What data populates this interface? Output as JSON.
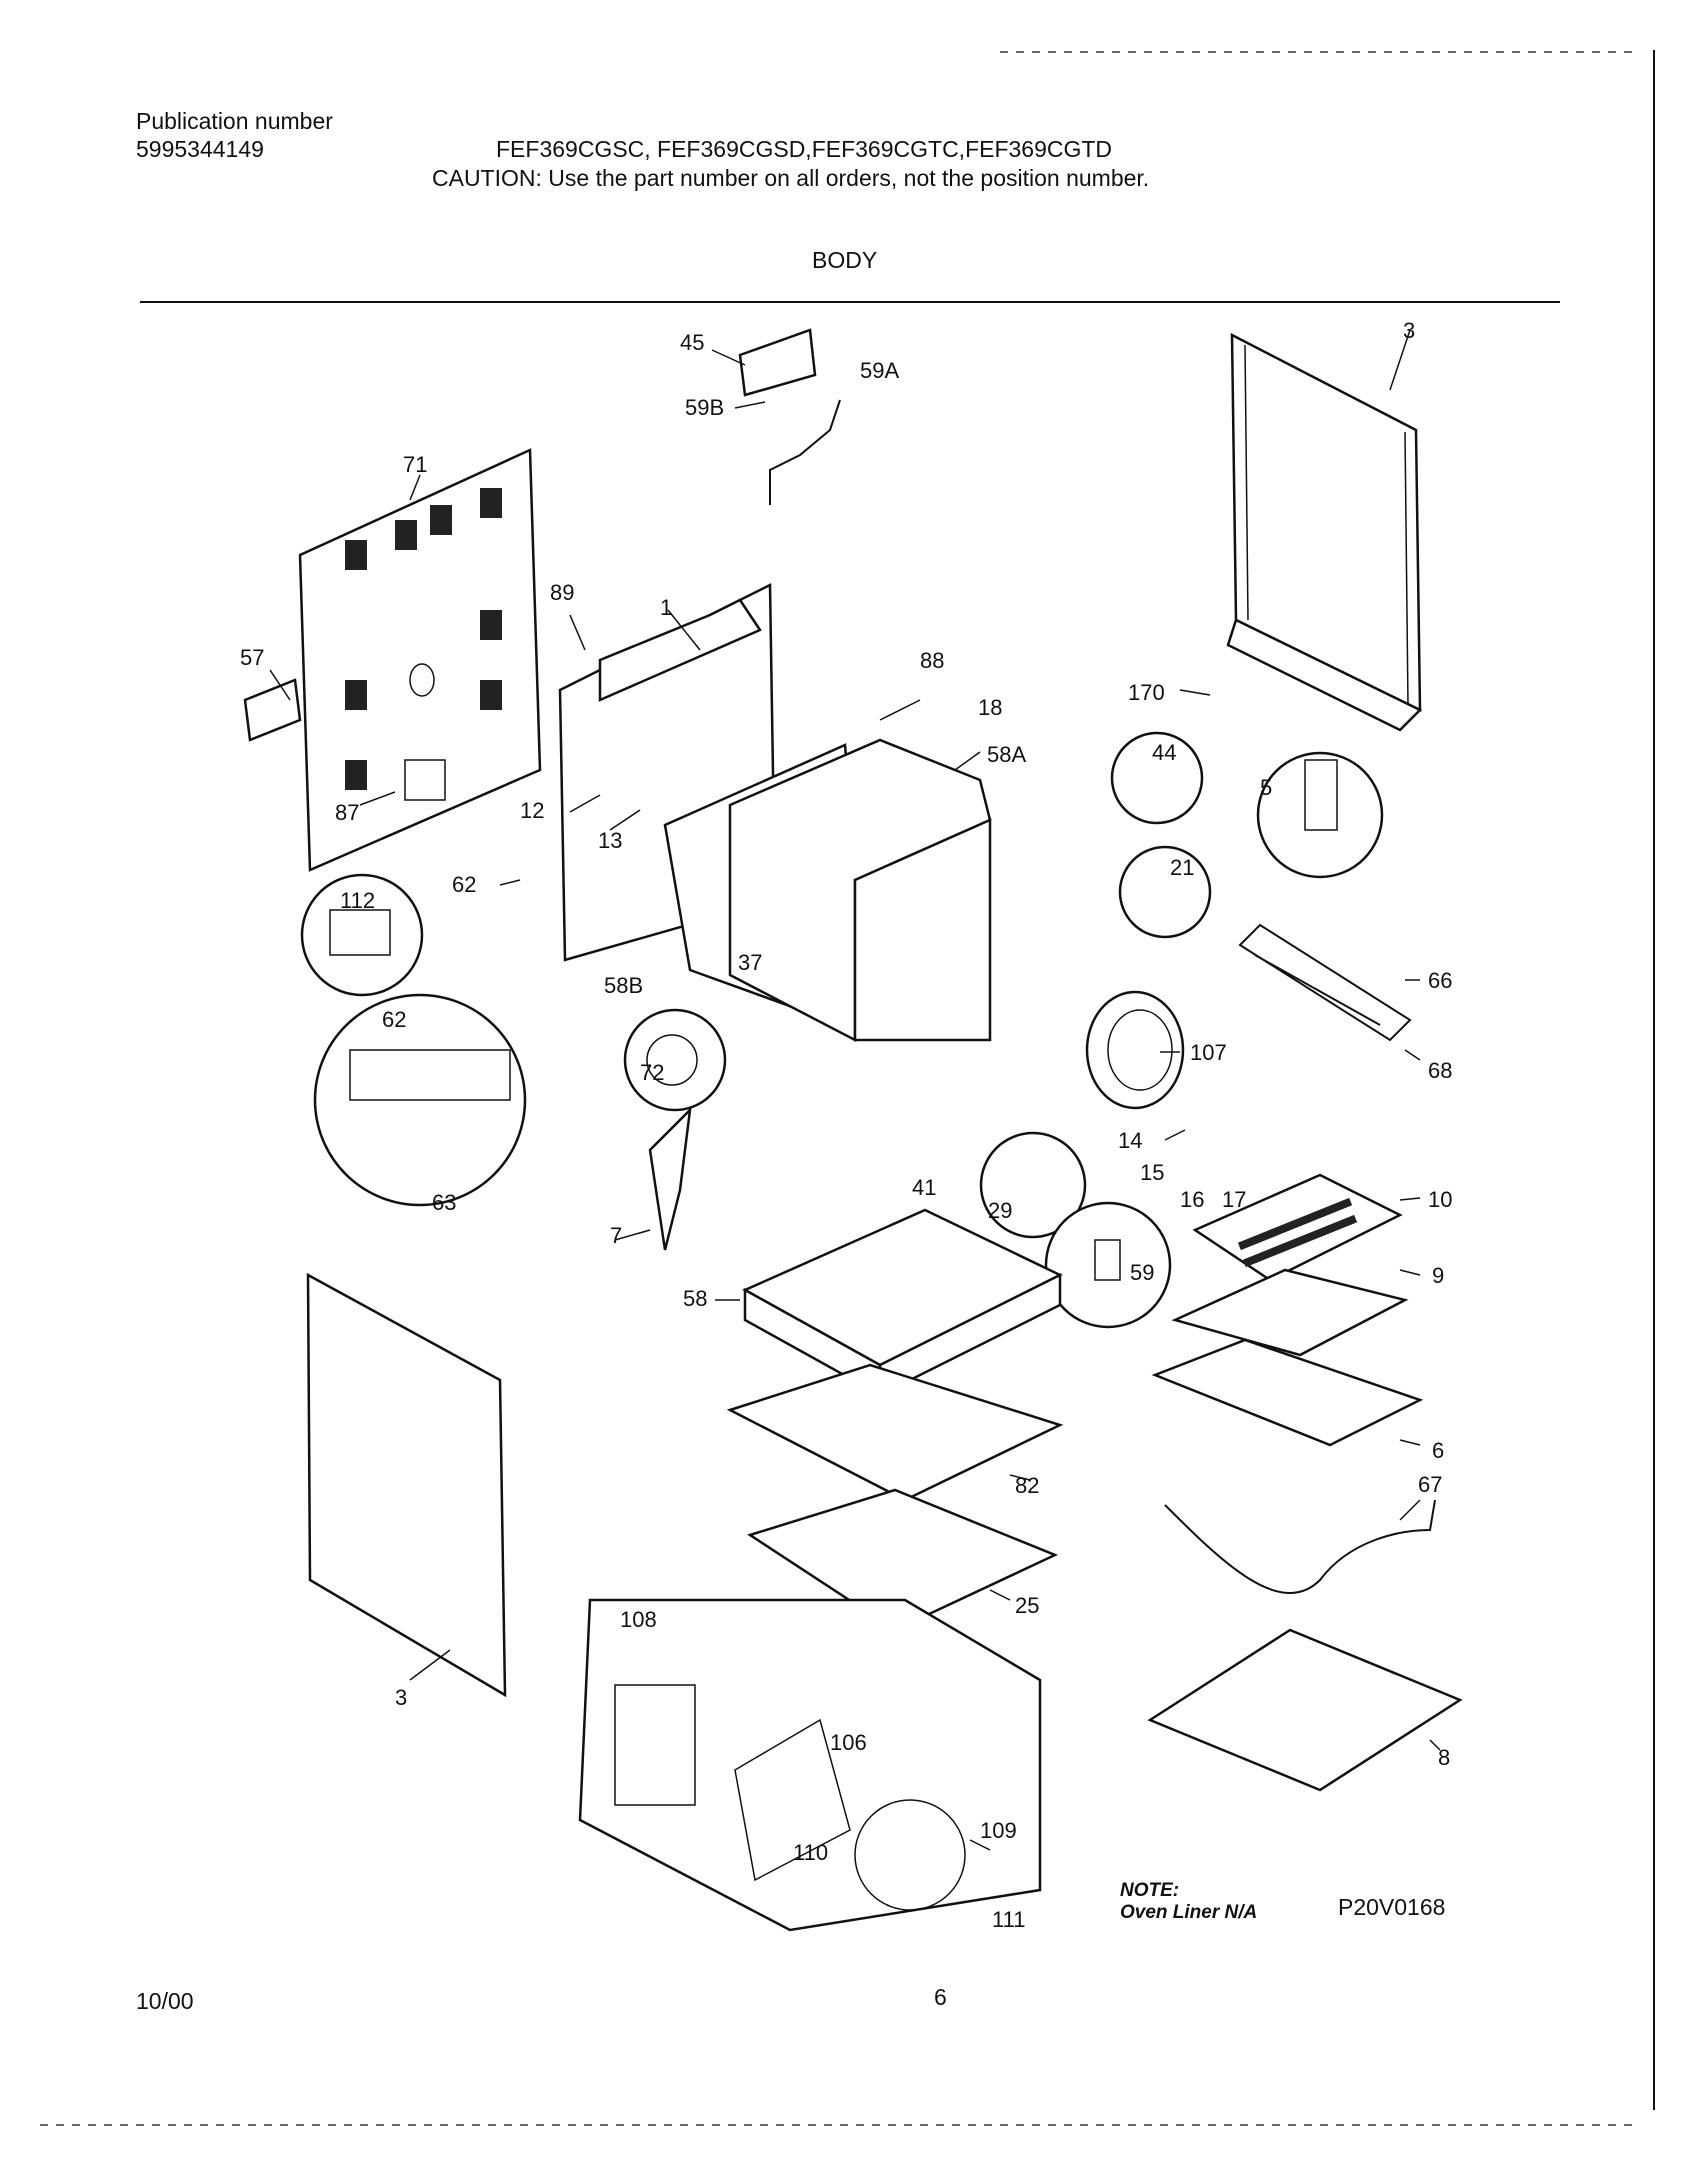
{
  "header": {
    "publication_label": "Publication number",
    "publication_number": "5995344149",
    "models": "FEF369CGSC, FEF369CGSD,FEF369CGTC,FEF369CGTD",
    "caution": "CAUTION:  Use the part number on all orders, not the position number.",
    "section_title": "BODY"
  },
  "callouts": {
    "c45": "45",
    "c59A": "59A",
    "c59B": "59B",
    "c3a": "3",
    "c71": "71",
    "c89": "89",
    "c1": "1",
    "c88": "88",
    "c18": "18",
    "c58A": "58A",
    "c170": "170",
    "c44": "44",
    "c5": "5",
    "c57": "57",
    "c87": "87",
    "c12": "12",
    "c13": "13",
    "c21": "21",
    "c112": "112",
    "c62a": "62",
    "c37": "37",
    "c58B": "58B",
    "c66": "66",
    "c68": "68",
    "c62b": "62",
    "c72": "72",
    "c107": "107",
    "c63": "63",
    "c14": "14",
    "c15": "15",
    "c16": "16",
    "c17": "17",
    "c41": "41",
    "c29": "29",
    "c10": "10",
    "c7": "7",
    "c59": "59",
    "c9": "9",
    "c58": "58",
    "c6": "6",
    "c82": "82",
    "c67": "67",
    "c25": "25",
    "c108": "108",
    "c3b": "3",
    "c106": "106",
    "c8": "8",
    "c109": "109",
    "c110": "110",
    "c111": "111"
  },
  "footer": {
    "note_label": "NOTE:",
    "note_text": "Oven Liner N/A",
    "figure_code": "P20V0168",
    "date": "10/00",
    "page_number": "6"
  }
}
